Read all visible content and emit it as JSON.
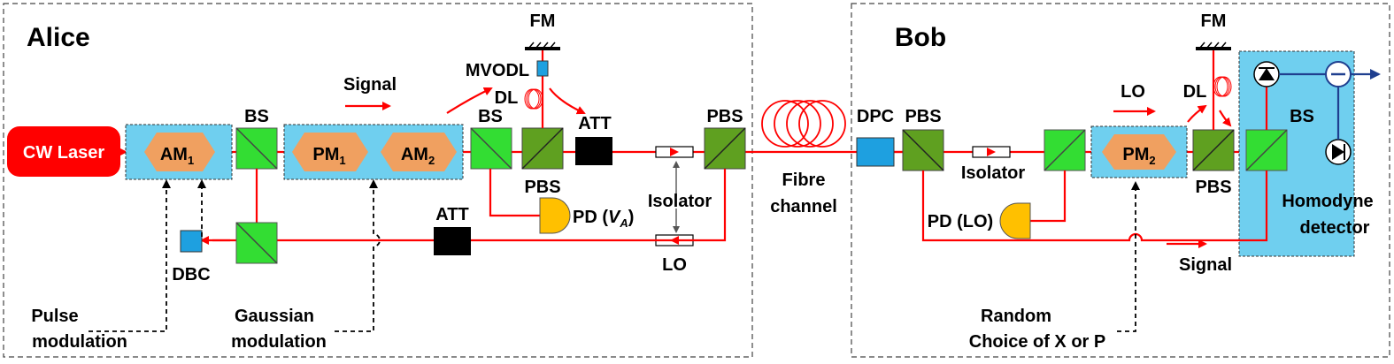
{
  "alice": {
    "title": "Alice",
    "laser": "CW Laser",
    "am1": "AM",
    "am1_sub": "1",
    "pm1": "PM",
    "pm1_sub": "1",
    "am2": "AM",
    "am2_sub": "2",
    "bs1": "BS",
    "bs2": "BS",
    "pbs_mid": "PBS",
    "pbs_out": "PBS",
    "fm": "FM",
    "mvodl": "MVODL",
    "dl": "DL",
    "att_top": "ATT",
    "att_bottom": "ATT",
    "signal": "Signal",
    "isolator": "Isolator",
    "lo": "LO",
    "pd_prefix": "PD (",
    "pd_var": "V",
    "pd_sub": "A",
    "pd_suffix": ")",
    "dbc": "DBC",
    "pulse_line1": "Pulse",
    "pulse_line2": "modulation",
    "gauss_line1": "Gaussian",
    "gauss_line2": "modulation"
  },
  "channel": {
    "line1": "Fibre",
    "line2": "channel"
  },
  "bob": {
    "title": "Bob",
    "dpc": "DPC",
    "pbs_in": "PBS",
    "isolator": "Isolator",
    "pd_lo": "PD (LO)",
    "pm2": "PM",
    "pm2_sub": "2",
    "lo": "LO",
    "dl": "DL",
    "fm": "FM",
    "pbs_out": "PBS",
    "bs": "BS",
    "homodyne_line1": "Homodyne",
    "homodyne_line2": "detector",
    "signal": "Signal",
    "random_line1": "Random",
    "random_line2": "Choice of X or P"
  },
  "colors": {
    "beam": "#ff0000",
    "laser": "#ff0000",
    "modulator_box": "#6fcfef",
    "modulator": "#f0a060",
    "splitter": "#33dd33",
    "pbs": "#5fa020",
    "attenuator": "#000000",
    "detector": "#ffc000",
    "dbc": "#1ea0e0",
    "homodyne_box": "#6fcfef",
    "output_arrow": "#1f3f8f"
  }
}
